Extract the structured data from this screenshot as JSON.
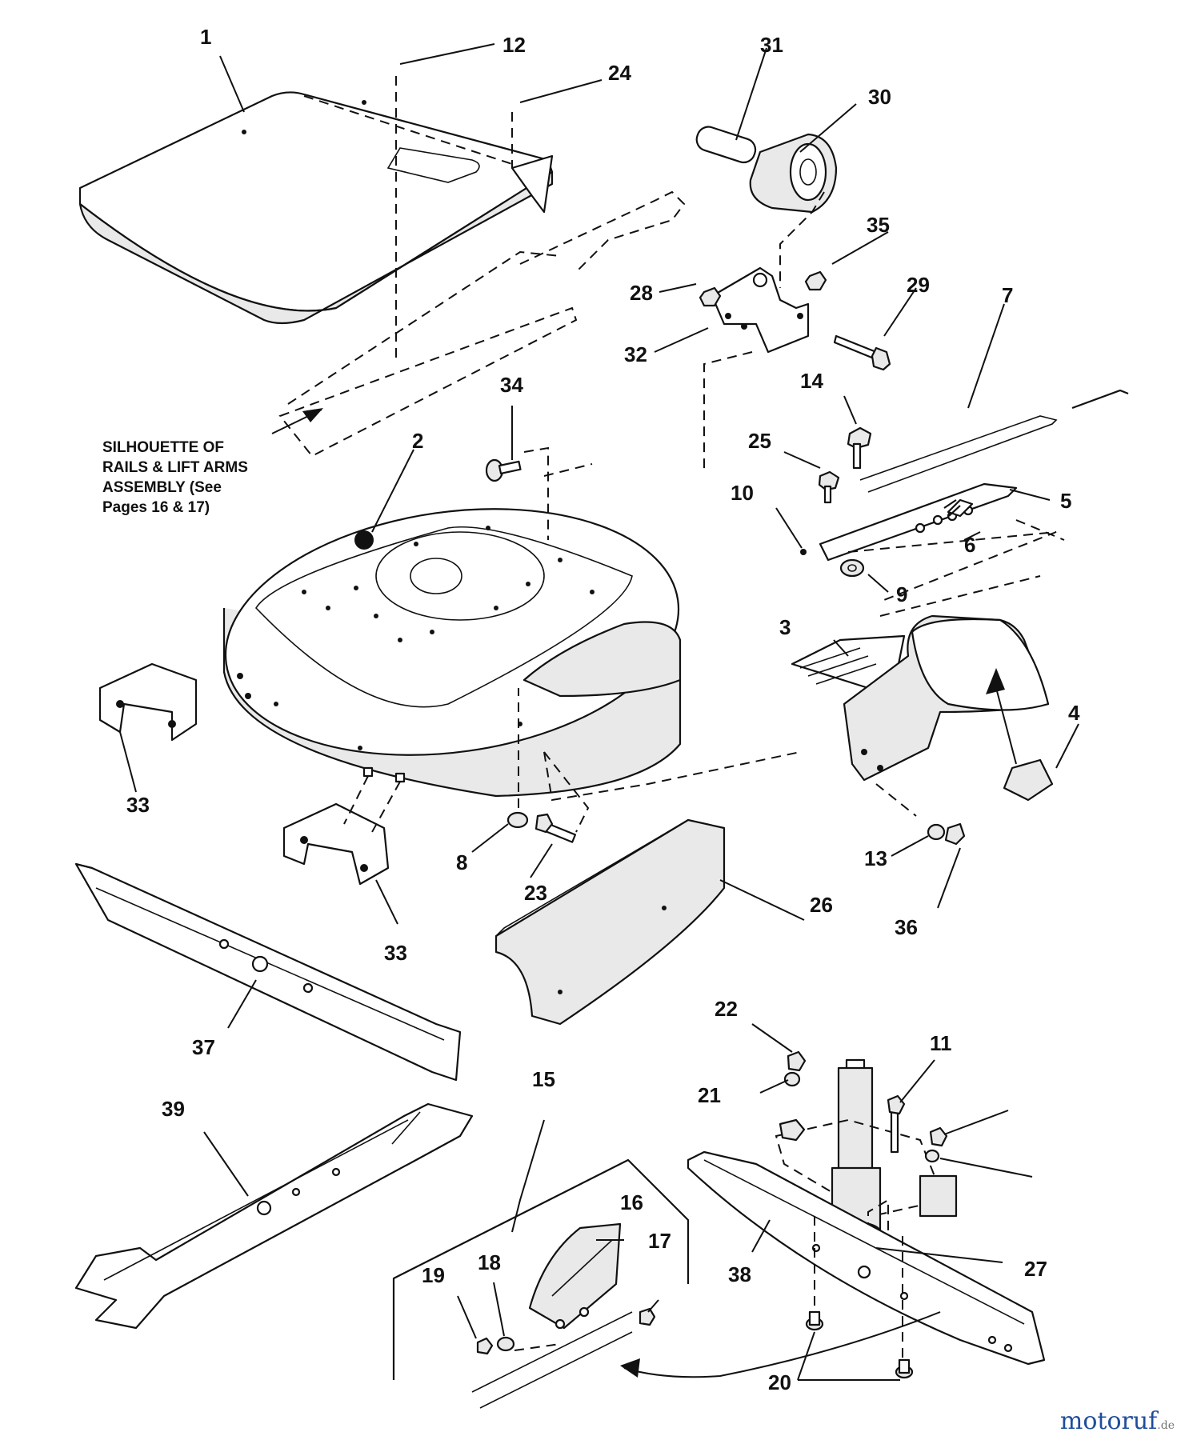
{
  "diagram": {
    "callouts": [
      "1",
      "2",
      "3",
      "4",
      "5",
      "6",
      "7",
      "8",
      "9",
      "10",
      "11",
      "12",
      "13",
      "14",
      "15",
      "16",
      "17",
      "18",
      "19",
      "20",
      "21",
      "22",
      "23",
      "24",
      "25",
      "26",
      "27",
      "28",
      "29",
      "30",
      "31",
      "32",
      "33",
      "34",
      "35",
      "36",
      "37",
      "38",
      "39"
    ],
    "note": {
      "line1": "SILHOUETTE OF",
      "line2": "RAILS & LIFT ARMS",
      "line3": "ASSEMBLY (See",
      "line4": "Pages 16 & 17)"
    }
  },
  "watermark": {
    "main": "motoruf",
    "suffix": ".de"
  }
}
